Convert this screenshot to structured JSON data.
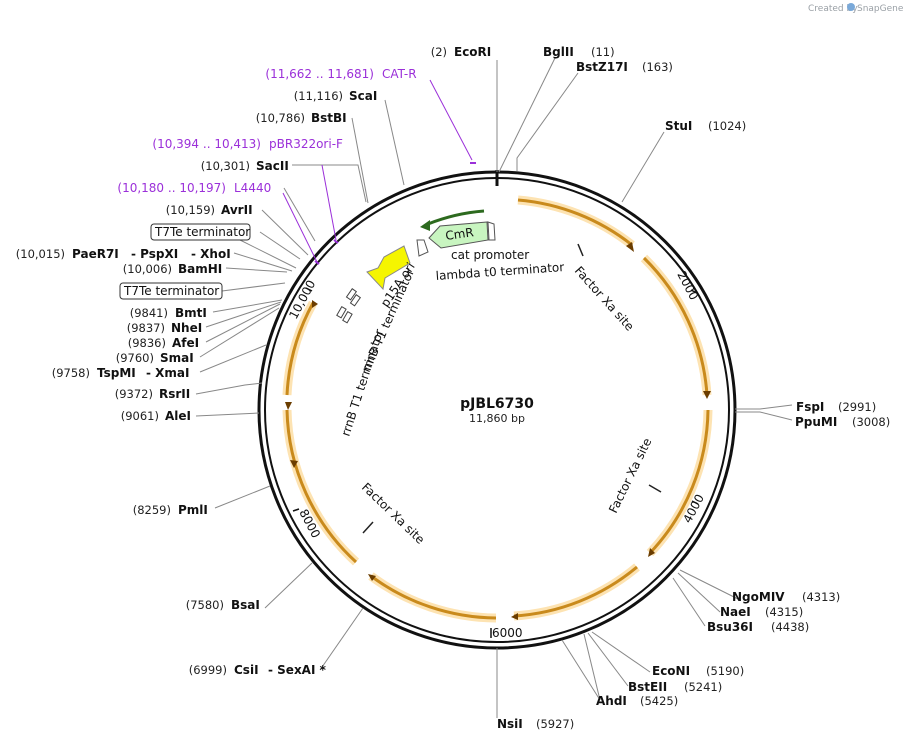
{
  "credit": {
    "prefix": "Created by",
    "brand": "SnapGene"
  },
  "map": {
    "name": "pJBL6730",
    "size_label": "11,860 bp"
  },
  "ticks": [
    "2000",
    "4000",
    "6000",
    "8000",
    "10,000"
  ],
  "sites_right": [
    {
      "name": "BglII",
      "pos": "(11)"
    },
    {
      "name": "BstZ17I",
      "pos": "(163)"
    },
    {
      "name": "StuI",
      "pos": "(1024)"
    },
    {
      "name": "FspI",
      "pos": "(2991)"
    },
    {
      "name": "PpuMI",
      "pos": "(3008)"
    },
    {
      "name": "NgoMIV",
      "pos": "(4313)"
    },
    {
      "name": "NaeI",
      "pos": "(4315)"
    },
    {
      "name": "Bsu36I",
      "pos": "(4438)"
    },
    {
      "name": "EcoNI",
      "pos": "(5190)"
    },
    {
      "name": "BstEII",
      "pos": "(5241)"
    },
    {
      "name": "AhdI",
      "pos": "(5425)"
    },
    {
      "name": "NsiI",
      "pos": "(5927)"
    }
  ],
  "sites_left": [
    {
      "name": "EcoRI",
      "pos": "(2)"
    },
    {
      "name": "ScaI",
      "pos": "(11,116)"
    },
    {
      "name": "BstBI",
      "pos": "(10,786)"
    },
    {
      "name": "SacII",
      "pos": "(10,301)"
    },
    {
      "name": "AvrII",
      "pos": "(10,159)"
    },
    {
      "name": "PaeR7I",
      "pos": "(10,015)"
    },
    {
      "name": "BamHI",
      "pos": "(10,006)"
    },
    {
      "name": "BmtI",
      "pos": "(9841)"
    },
    {
      "name": "NheI",
      "pos": "(9837)"
    },
    {
      "name": "AfeI",
      "pos": "(9836)"
    },
    {
      "name": "SmaI",
      "pos": "(9760)"
    },
    {
      "name": "TspMI",
      "pos": "(9758)"
    },
    {
      "name": "RsrII",
      "pos": "(9372)"
    },
    {
      "name": "AleI",
      "pos": "(9061)"
    },
    {
      "name": "PmlI",
      "pos": "(8259)"
    },
    {
      "name": "BsaI",
      "pos": "(7580)"
    },
    {
      "name": "CsiI",
      "pos": "(6999)"
    }
  ],
  "site_partners": {
    "pspxi": "- PspXI",
    "xhoi": "- XhoI",
    "xmai": "- XmaI",
    "sexai": "- SexAI *"
  },
  "primers": [
    {
      "name": "CAT-R",
      "range": "(11,662 .. 11,681)"
    },
    {
      "name": "pBR322ori-F",
      "range": "(10,394 .. 10,413)"
    },
    {
      "name": "L4440",
      "range": "(10,180 .. 10,197)"
    }
  ],
  "boxed_features": [
    "T7Te terminator",
    "T7Te terminator"
  ],
  "features": {
    "cmr": "CmR",
    "cat_promoter": "cat promoter",
    "lambda_t0": "lambda t0 terminator",
    "p15a": "p15A ori",
    "rrnb1": "rrnB T1 terminator",
    "rrnb2": "rrnB T1 terminator",
    "factor_xa_1": "Factor Xa site",
    "factor_xa_2": "Factor Xa site",
    "factor_xa_3": "Factor Xa site"
  },
  "colors": {
    "orf": "#f5a623",
    "orf_glow": "#fde3b2",
    "cmr_fill": "#c8f5c0",
    "ori_fill": "#f5f500",
    "primer": "#9b30d9",
    "backbone": "#111111"
  }
}
